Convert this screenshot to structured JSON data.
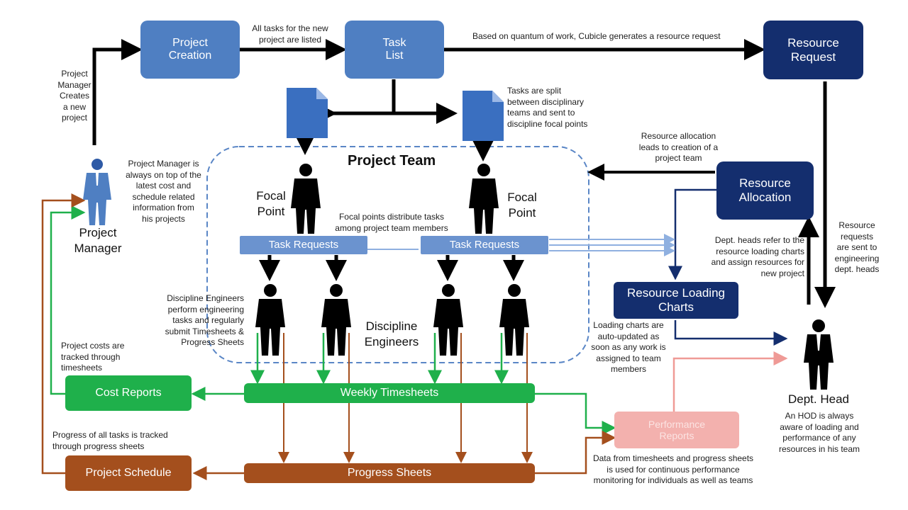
{
  "boxes": {
    "project_creation": "Project\nCreation",
    "task_list": "Task\nList",
    "resource_request": "Resource\nRequest",
    "resource_allocation": "Resource\nAllocation",
    "resource_loading_charts": "Resource Loading\nCharts",
    "task_requests_left": "Task Requests",
    "task_requests_right": "Task Requests",
    "cost_reports": "Cost Reports",
    "weekly_timesheets": "Weekly Timesheets",
    "project_schedule": "Project Schedule",
    "progress_sheets": "Progress Sheets",
    "performance_reports": "Performance\nReports"
  },
  "labels": {
    "project_team": "Project Team",
    "focal_point_left": "Focal\nPoint",
    "focal_point_right": "Focal\nPoint",
    "project_manager": "Project\nManager",
    "discipline_engineers": "Discipline\nEngineers",
    "dept_head": "Dept. Head"
  },
  "notes": {
    "all_tasks_listed": "All tasks for the new\nproject are listed",
    "quantum_of_work": "Based on quantum of work, Cubicle generates a resource request",
    "pm_creates": "Project\nManager\nCreates\na new\nproject",
    "tasks_split": "Tasks are split\nbetween disciplinary\nteams and sent to\ndiscipline focal points",
    "resource_allocation_leads": "Resource allocation\nleads to creation of a\nproject team",
    "pm_on_top": "Project Manager is\nalways on top of the\nlatest cost and\nschedule related\ninformation from\nhis projects",
    "focal_distribute": "Focal points distribute tasks\namong project team members",
    "dept_heads_refer": "Dept. heads refer to the\nresource loading charts\nand assign resources for\nnew project",
    "requests_sent": "Resource\nrequests\nare sent to\nengineering\ndept. heads",
    "engineers_perform": "Discipline Engineers\nperform engineering\ntasks and regularly\nsubmit Timesheets &\nProgress Sheets",
    "loading_auto": "Loading charts are\nauto-updated as\nsoon as any work is\nassigned to team\nmembers",
    "costs_tracked": "Project costs are\ntracked through\ntimesheets",
    "progress_tracked": "Progress of all tasks is tracked\nthrough progress sheets",
    "data_from": "Data from timesheets and progress sheets\nis used for continuous performance\nmonitoring for individuals as well as teams",
    "hod_aware": "An HOD is always\naware of loading and\nperformance of any\nresources in his team"
  },
  "colors": {
    "light_blue": "#4f7fc2",
    "dark_blue": "#142e6e",
    "green": "#1fb04b",
    "brown": "#a44f1d",
    "pink": "#f3b1ae"
  },
  "icons": [
    "document-icon",
    "person-icon",
    "businessman-icon"
  ]
}
